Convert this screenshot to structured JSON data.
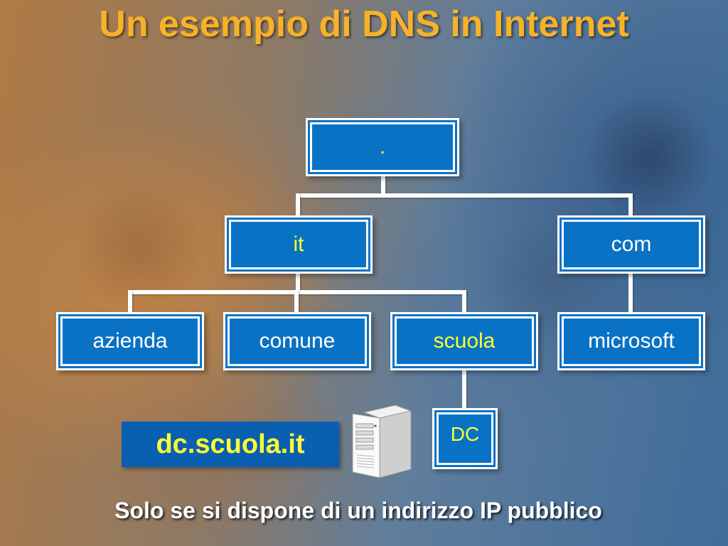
{
  "title": "Un esempio di DNS in Internet",
  "tree": {
    "root": ".",
    "tld_it": "it",
    "tld_com": "com",
    "azienda": "azienda",
    "comune": "comune",
    "scuola": "scuola",
    "microsoft": "microsoft",
    "dc": "DC"
  },
  "host_label": "dc.scuola.it",
  "footnote": "Solo se si dispone di un indirizzo IP pubblico",
  "colors": {
    "title": "#f7b22a",
    "node_fill": "#0a72c4",
    "highlight_text": "#ffff33",
    "node_text": "#ffffff"
  },
  "icons": [
    "server-icon"
  ]
}
